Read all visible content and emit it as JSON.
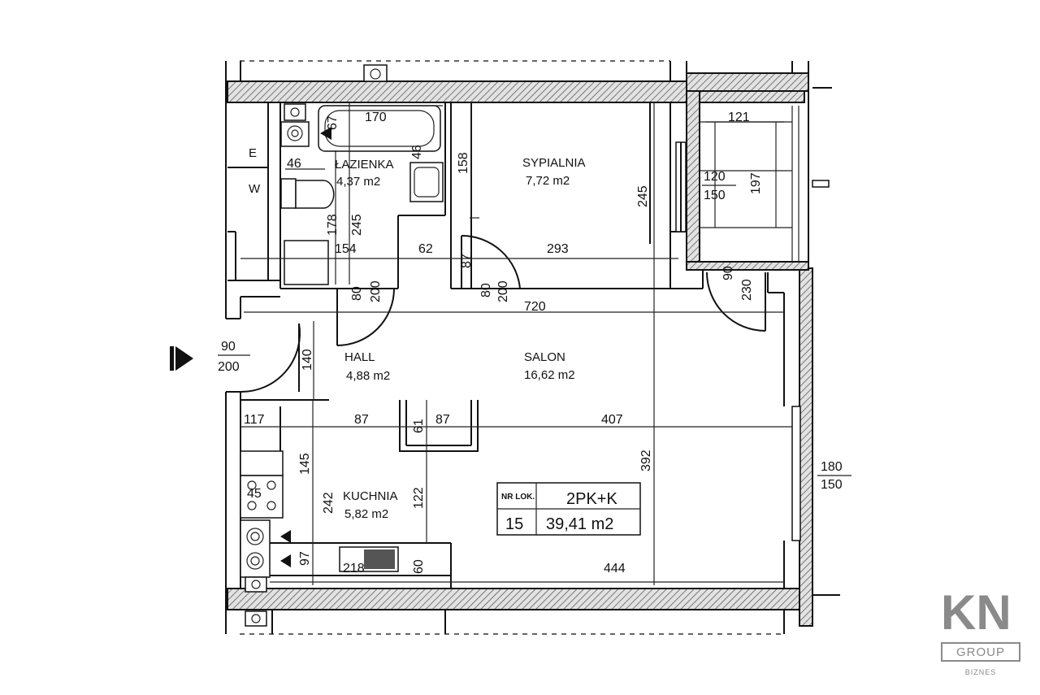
{
  "rooms": [
    {
      "id": "lazienka",
      "name": "ŁAZIENKA",
      "area": "4,37 m2"
    },
    {
      "id": "sypialnia",
      "name": "SYPIALNIA",
      "area": "7,72 m2"
    },
    {
      "id": "hall",
      "name": "HALL",
      "area": "4,88 m2"
    },
    {
      "id": "salon",
      "name": "SALON",
      "area": "16,62 m2"
    },
    {
      "id": "kuchnia",
      "name": "KUCHNIA",
      "area": "5,82 m2"
    }
  ],
  "markers": {
    "e": "E",
    "w": "W"
  },
  "dimensions": {
    "d170": "170",
    "d67": "67",
    "d46a": "46",
    "d46b": "46",
    "d158": "158",
    "d178": "178",
    "d245a": "245",
    "d245b": "245",
    "d154": "154",
    "d62": "62",
    "d87a": "87",
    "d293": "293",
    "d80a": "80",
    "d200a": "200",
    "d80b": "80",
    "d200b": "200",
    "d720": "720",
    "d90a": "90",
    "d200c": "200",
    "d140": "140",
    "d121": "121",
    "d120": "120",
    "d150a": "150",
    "d197": "197",
    "d90b": "90",
    "d230": "230",
    "d117": "117",
    "d87b": "87",
    "d61": "61",
    "d87c": "87",
    "d407": "407",
    "d392": "392",
    "d145": "145",
    "d242": "242",
    "d122": "122",
    "d45": "45",
    "d97": "97",
    "d218": "218",
    "d60": "60",
    "d444": "444",
    "d180": "180",
    "d150b": "150"
  },
  "unit_box": {
    "label": "NR LOK.",
    "number": "15",
    "type": "2PK+K",
    "area": "39,41 m2"
  },
  "logo": {
    "mark": "KN",
    "group": "GROUP",
    "sub": "BIZNES",
    "color": "#8a8a8a"
  },
  "icons": [
    "entrance-arrow-icon",
    "toilet-icon",
    "bathtub-icon",
    "sink-icon",
    "stove-icon"
  ]
}
